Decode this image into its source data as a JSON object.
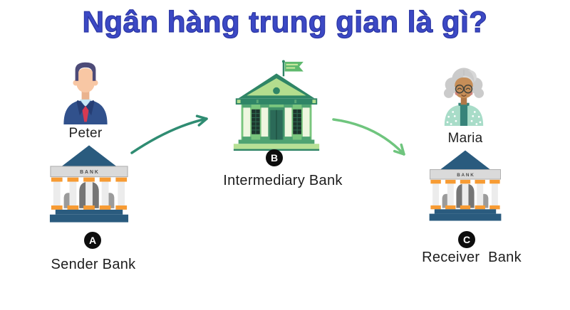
{
  "title": "Ngân hàng trung gian là gì?",
  "palette": {
    "title_blue": "#3c49c5",
    "arrow_dark_green": "#2f8c72",
    "arrow_light_green": "#6fc57e",
    "bank_roof_blue": "#2a5b7e",
    "bank_column_orange": "#f79b33",
    "green_bank_dark": "#2f8566",
    "green_bank_mid": "#79c57d",
    "badge_black": "#0d0d0d"
  },
  "actors": {
    "sender_person": {
      "name": "Peter"
    },
    "receiver_person": {
      "name": "Maria"
    }
  },
  "banks": {
    "sender": {
      "label": "Sender Bank",
      "badge": "A",
      "sign": "BANK"
    },
    "intermediary": {
      "label": "Intermediary Bank",
      "badge": "B"
    },
    "receiver": {
      "label": "Receiver  Bank",
      "badge": "C",
      "sign": "BANK"
    }
  }
}
